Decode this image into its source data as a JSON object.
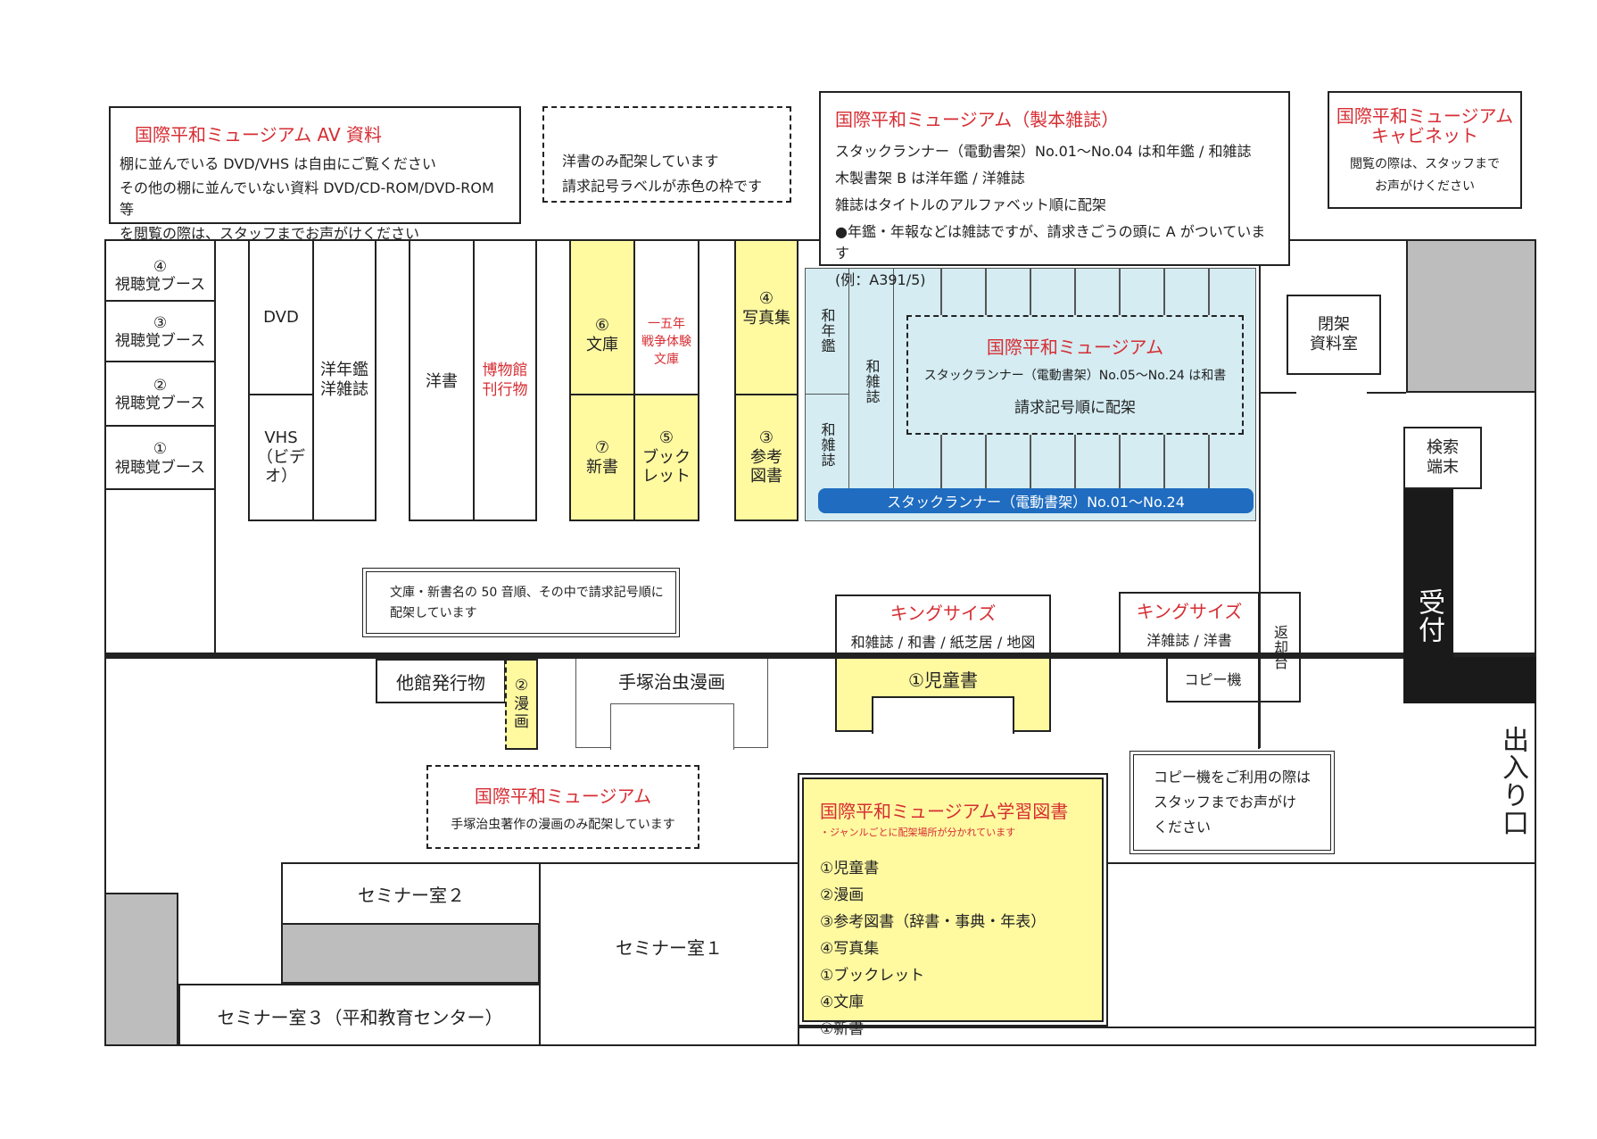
{
  "info": {
    "av": {
      "title": "国際平和ミュージアム AV 資料",
      "lines": [
        "棚に並んでいる DVD/VHS は自由にご覧ください",
        "その他の棚に並んでいない資料 DVD/CD-ROM/DVD-ROM 等",
        "を閲覧の際は、スタッフまでお声がけください"
      ]
    },
    "western": {
      "lines": [
        "洋書のみ配架しています",
        "請求記号ラベルが赤色の枠です"
      ]
    },
    "bound": {
      "title": "国際平和ミュージアム（製本雑誌）",
      "lines": [
        "スタックランナー（電動書架）No.01～No.04 は和年鑑 / 和雑誌",
        "木製書架 B は洋年鑑 / 洋雑誌",
        "雑誌はタイトルのアルファベット順に配架",
        "●年鑑・年報などは雑誌ですが、請求きごうの頭に A がついています",
        "(例：A391/5)"
      ]
    },
    "cabinet": {
      "title": "国際平和ミュージアム\nキャビネット",
      "lines": [
        "閲覧の際は、スタッフまで",
        "お声がけください"
      ]
    }
  },
  "booths": [
    "④\n視聴覚ブース",
    "③\n視聴覚ブース",
    "②\n視聴覚ブース",
    "①\n視聴覚ブース"
  ],
  "shelves": {
    "dvd": "DVD",
    "vhs": "VHS\n（ビデオ）",
    "yonenkan": "洋年鑑\n洋雑誌",
    "yosho": "洋書",
    "hakubutsukan": "博物館\n刊行物",
    "bunko6": "⑥\n文庫",
    "senso": "一五年\n戦争体験\n文庫",
    "shinsho7": "⑦\n新書",
    "booklet5": "⑤\nブック\nレット",
    "shashin4": "④\n写真集",
    "sanko3": "③\n参考\n図書",
    "wanenkan": "和年鑑",
    "wazasshi_a": "和雑誌",
    "wazasshi_b": "和雑誌"
  },
  "stack": {
    "title": "国際平和ミュージアム",
    "sub": "スタックランナー（電動書架）No.05～No.24 は和書",
    "order": "請求記号順に配架",
    "bar": "スタックランナー（電動書架）No.01～No.24"
  },
  "rooms": {
    "closed": "閉架\n資料室",
    "search": "検索\n端末",
    "reception": "受付",
    "entrance": "出入り口",
    "return": "返却台",
    "copy": "コピー機",
    "seminar1": "セミナー室１",
    "seminar2": "セミナー室２",
    "seminar3": "セミナー室３（平和教育センター）"
  },
  "notes": {
    "bunko": "文庫・新書名の 50 音順、その中で請求記号順に\n配架しています",
    "copy": "コピー機をご利用の際は\nスタッフまでお声がけ\nください"
  },
  "king": [
    {
      "title": "キングサイズ",
      "sub": "和雑誌 / 和書 / 紙芝居 / 地図"
    },
    {
      "title": "キングサイズ",
      "sub": "洋雑誌 / 洋書"
    }
  ],
  "lower": {
    "takan": "他館発行物",
    "manga2": "②\n漫\n画",
    "tezuka": "手塚治虫漫画",
    "jido": "①児童書",
    "tezuka_note_title": "国際平和ミュージアム",
    "tezuka_note_sub": "手塚治虫著作の漫画のみ配架しています"
  },
  "learning": {
    "title": "国際平和ミュージアム学習図書",
    "sub": "・ジャンルごとに配架場所が分かれています",
    "items": [
      "①児童書",
      "②漫画",
      "③参考図書（辞書・事典・年表）",
      "④写真集",
      "①ブックレット",
      "④文庫",
      "①新書"
    ]
  },
  "colors": {
    "accent_red": "#d62d33",
    "stack_blue": "#d4ecf2",
    "bar_blue": "#1f6cc0",
    "highlight_yellow": "#fff9a0",
    "gray_block": "#bdbdbd"
  }
}
